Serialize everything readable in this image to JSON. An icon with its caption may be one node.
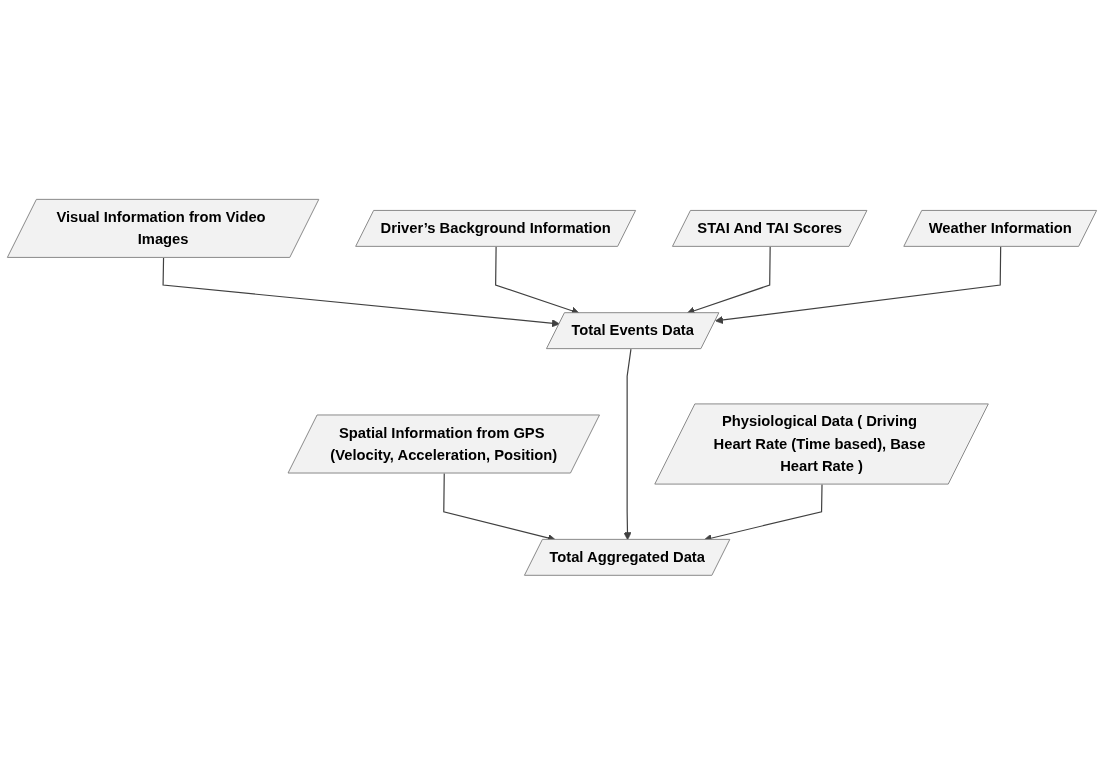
{
  "diagram": {
    "nodes": [
      {
        "text": [
          "Driver’s Background Information"
        ]
      },
      {
        "text": [
          "Visual Information from Video Images"
        ]
      },
      {
        "text": [
          "STAI And TAI Scores"
        ]
      },
      {
        "text": [
          "Weather Information"
        ]
      },
      {
        "text": [
          "Total Events Data"
        ]
      },
      {
        "text": [
          "Spatial Information from GPS (Velocity, Acceleration, Position)"
        ]
      },
      {
        "text": [
          "Physiological Data ( Driving Heart Rate (Time based), Base Heart Rate )"
        ]
      },
      {
        "text": [
          "Total Aggregated Data"
        ]
      }
    ],
    "edges": [
      {
        "from": 1,
        "to": 4,
        "arrow": "to"
      },
      {
        "from": 0,
        "to": 4,
        "arrow": "to"
      },
      {
        "from": 2,
        "to": 4,
        "arrow": "to"
      },
      {
        "from": 3,
        "to": 4,
        "arrow": "to"
      },
      {
        "from": 5,
        "to": 7,
        "arrow": "to"
      },
      {
        "from": 4,
        "to": 7,
        "arrow": "to"
      },
      {
        "from": 6,
        "to": 7,
        "arrow": "to"
      }
    ]
  }
}
